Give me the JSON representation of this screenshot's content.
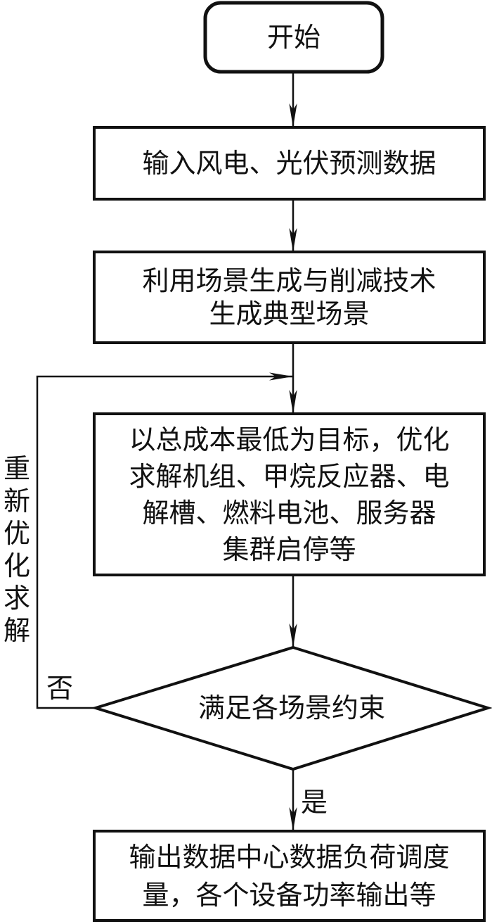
{
  "diagram": {
    "type": "flowchart",
    "nodes": [
      {
        "id": "start",
        "shape": "rounded-rect",
        "lines": [
          "开始"
        ]
      },
      {
        "id": "input",
        "shape": "rect",
        "lines": [
          "输入风电、光伏预测数据"
        ]
      },
      {
        "id": "scenario",
        "shape": "rect",
        "lines": [
          "利用场景生成与削减技术",
          "生成典型场景"
        ]
      },
      {
        "id": "optimize",
        "shape": "rect",
        "lines": [
          "以总成本最低为目标，优化",
          "求解机组、甲烷反应器、电",
          "解槽、燃料电池、服务器",
          "集群启停等"
        ]
      },
      {
        "id": "check",
        "shape": "diamond",
        "lines": [
          "满足各场景约束"
        ]
      },
      {
        "id": "output",
        "shape": "rect",
        "lines": [
          "输出数据中心数据负荷调度",
          "量，各个设备功率输出等"
        ]
      }
    ],
    "edges": [
      {
        "from": "start",
        "to": "input"
      },
      {
        "from": "input",
        "to": "scenario"
      },
      {
        "from": "scenario",
        "to": "optimize"
      },
      {
        "from": "optimize",
        "to": "check"
      },
      {
        "from": "check",
        "to": "output",
        "label": "是"
      },
      {
        "from": "check",
        "to": "optimize",
        "label": "否",
        "side_label": "重新优化求解"
      }
    ],
    "labels": {
      "yes": "是",
      "no": "否",
      "loop_chars": [
        "重",
        "新",
        "优",
        "化",
        "求",
        "解"
      ]
    },
    "colors": {
      "stroke": "#111111",
      "background": "#ffffff"
    }
  }
}
